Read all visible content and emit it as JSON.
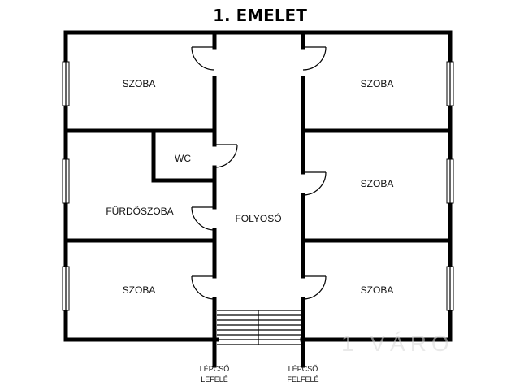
{
  "title": "1. EMELET",
  "rooms": {
    "top_left": "SZOBA",
    "top_right": "SZOBA",
    "wc": "WC",
    "bathroom": "FÜRDŐSZOBA",
    "corridor": "FOLYOSÓ",
    "mid_right": "SZOBA",
    "bottom_left": "SZOBA",
    "bottom_right": "SZOBA"
  },
  "stairs": {
    "down_line1": "LÉPCSŐ",
    "down_line2": "LEFELÉ",
    "up_line1": "LÉPCSŐ",
    "up_line2": "FELFELÉ"
  },
  "watermark": "1 VÁRO"
}
